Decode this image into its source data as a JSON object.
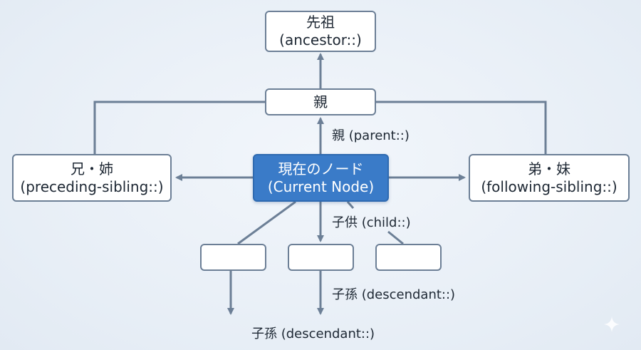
{
  "nodes": {
    "ancestor": {
      "line1": "先祖",
      "line2": "(ancestor::)"
    },
    "parent": {
      "line1": "親"
    },
    "current": {
      "line1": "現在のノード",
      "line2": "(Current Node)"
    },
    "preceding": {
      "line1": "兄・姉",
      "line2": "(preceding-sibling::)"
    },
    "following": {
      "line1": "弟・妹",
      "line2": "(following-sibling::)"
    },
    "children": [
      {
        "text": ""
      },
      {
        "text": ""
      },
      {
        "text": ""
      }
    ]
  },
  "edge_labels": {
    "parent": "親 (parent::)",
    "child": "子供 (child::)",
    "descendant_middle": "子孫 (descendant::)",
    "descendant_bottom": "子孫 (descendant::)"
  },
  "colors": {
    "line": "#6c7f96",
    "current_fill": "#3a7bc8",
    "background": "#eaf1f8"
  }
}
